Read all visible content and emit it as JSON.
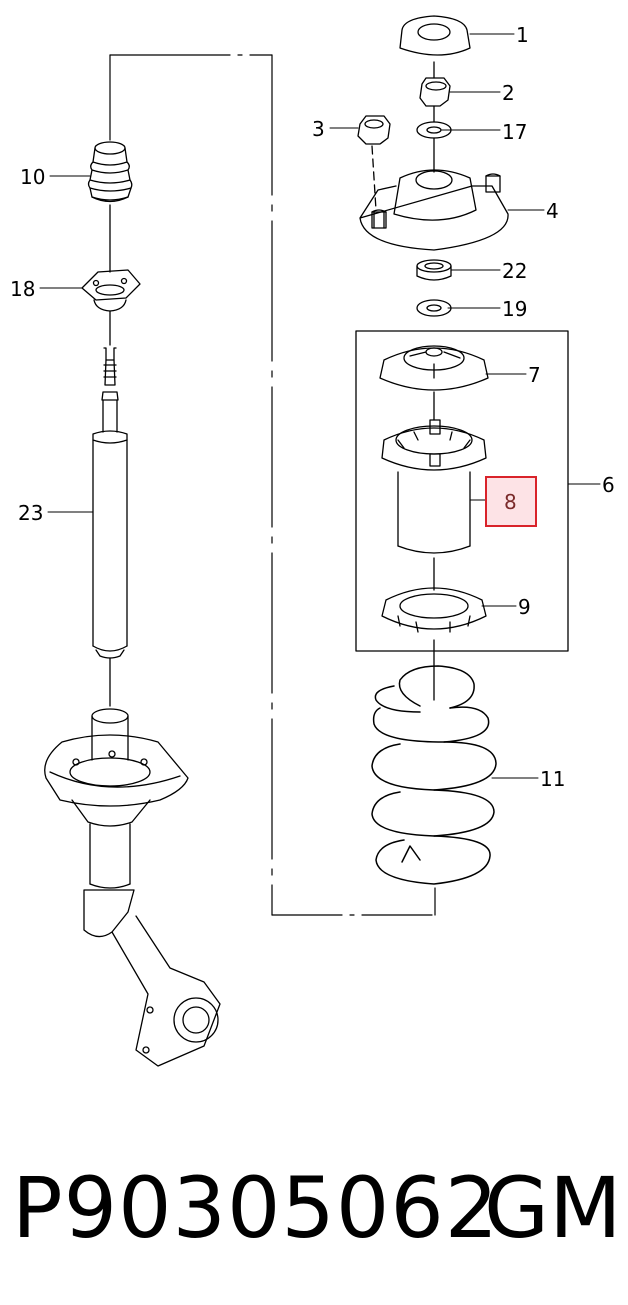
{
  "diagram": {
    "callouts": {
      "c1": "1",
      "c2": "2",
      "c3": "3",
      "c4": "4",
      "c6": "6",
      "c7": "7",
      "c8": "8",
      "c9": "9",
      "c10": "10",
      "c11": "11",
      "c17": "17",
      "c18": "18",
      "c19": "19",
      "c22": "22",
      "c23": "23"
    },
    "highlighted_callout": "8",
    "highlight_color": "#d9232a",
    "highlight_fill": "#fde3e6"
  },
  "caption": {
    "part_number": "P90305062",
    "brand": "GM"
  }
}
